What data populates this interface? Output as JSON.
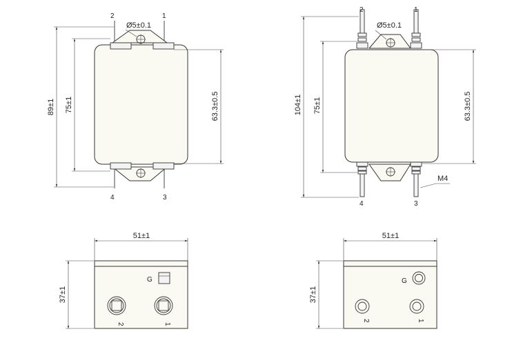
{
  "left_front": {
    "dims": {
      "height_total": "89±1",
      "height_body": "75±1",
      "hole_spacing": "63.3±0.5",
      "hole": "Ø5±0.1"
    },
    "pins": {
      "p1": "1",
      "p2": "2",
      "p3": "3",
      "p4": "4"
    }
  },
  "right_front": {
    "dims": {
      "height_total": "104±1",
      "height_body": "75±1",
      "hole_spacing": "63.3±0.5",
      "hole": "Ø5±0.1",
      "thread": "M4"
    },
    "pins": {
      "p1": "1",
      "p2": "2",
      "p3": "3",
      "p4": "4"
    }
  },
  "left_bottom": {
    "dims": {
      "width": "51±1",
      "height": "37±1"
    },
    "labels": {
      "ground": "G",
      "t1": "1",
      "t2": "2"
    }
  },
  "right_bottom": {
    "dims": {
      "width": "51±1",
      "height": "37±1"
    },
    "labels": {
      "ground": "G",
      "t1": "1",
      "t2": "2"
    }
  }
}
